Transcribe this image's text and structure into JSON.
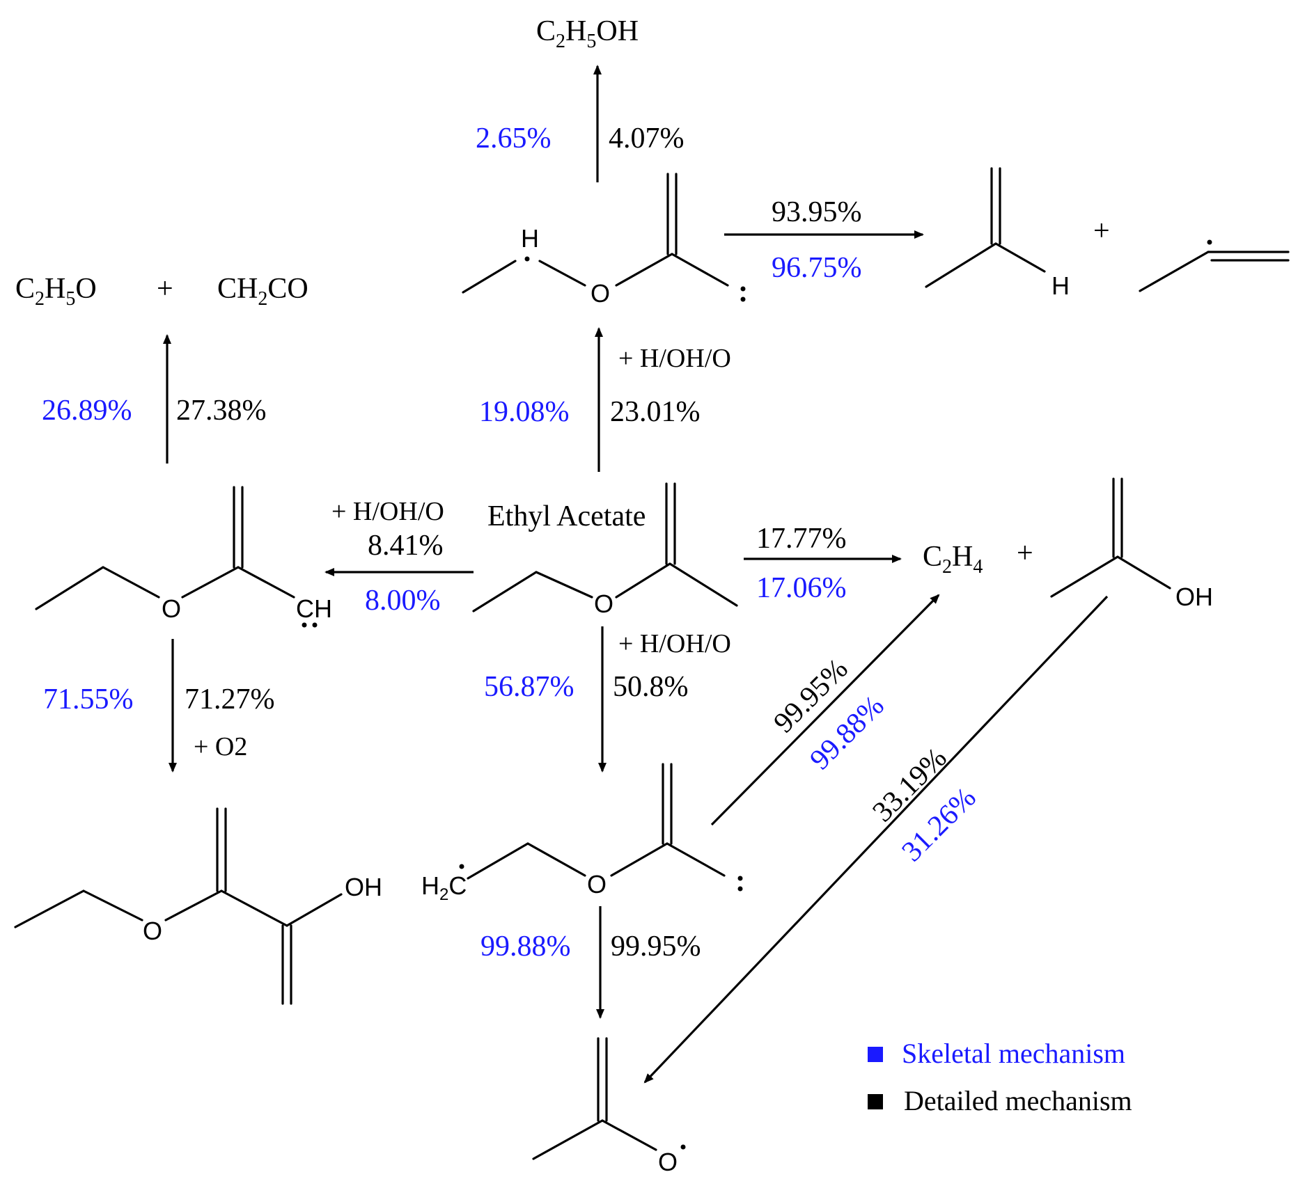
{
  "colors": {
    "skeletal": "#1a1aff",
    "detailed": "#000000"
  },
  "species": {
    "center": "Ethyl Acetate",
    "ethanol": "C2H5OH",
    "ethoxy": "C2H5O",
    "ketene": "CH2CO",
    "ethylene": "C2H4",
    "plus": "+",
    "oh": "OH",
    "o": "O",
    "h": "H",
    "ch": "CH",
    "h2c": "H2C"
  },
  "reactions": {
    "center_to_top": {
      "condition": "+ H/OH/O",
      "detailed": "23.01%",
      "skeletal": "19.08%"
    },
    "top_to_ethanol": {
      "detailed": "4.07%",
      "skeletal": "2.65%"
    },
    "top_to_right": {
      "detailed": "93.95%",
      "skeletal": "96.75%"
    },
    "center_to_left": {
      "condition": "+ H/OH/O",
      "detailed": "8.41%",
      "skeletal": "8.00%"
    },
    "left_to_ethoxy": {
      "detailed": "27.38%",
      "skeletal": "26.89%"
    },
    "left_to_bottom": {
      "condition": "+ O2",
      "detailed": "71.27%",
      "skeletal": "71.55%"
    },
    "center_to_c2h4": {
      "detailed": "17.77%",
      "skeletal": "17.06%"
    },
    "center_to_bottom": {
      "condition": "+ H/OH/O",
      "detailed": "50.8%",
      "skeletal": "56.87%"
    },
    "bottom_to_c2h4": {
      "detailed": "99.95%",
      "skeletal": "99.88%"
    },
    "acid_to_acetyl": {
      "detailed": "33.19%",
      "skeletal": "31.26%"
    },
    "bottom_to_acetyl": {
      "detailed": "99.95%",
      "skeletal": "99.88%"
    }
  },
  "legend": {
    "skeletal": "Skeletal mechanism",
    "detailed": "Detailed mechanism"
  }
}
